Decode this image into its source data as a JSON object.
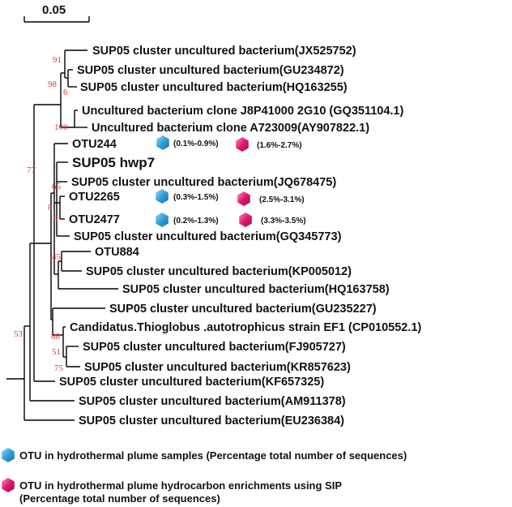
{
  "scale_bar": {
    "label": "0.05"
  },
  "colors": {
    "plume": "#2f9fd8",
    "sip": "#e0176e",
    "bootstrap": "#d83a3a"
  },
  "leaves": [
    {
      "id": "l1",
      "text": "SUP05 cluster uncultured bacterium(JX525752)"
    },
    {
      "id": "l2",
      "text": "SUP05 cluster uncultured bacterium(GU234872)"
    },
    {
      "id": "l3",
      "text": "SUP05 cluster uncultured bacterium(HQ163255)"
    },
    {
      "id": "l4",
      "text": "Uncultured bacterium clone J8P41000 2G10 (GQ351104.1)"
    },
    {
      "id": "l5",
      "text": "Uncultured bacterium clone A723009(AY907822.1)"
    },
    {
      "id": "l6",
      "text": "OTU244"
    },
    {
      "id": "l7",
      "text": "SUP05 hwp7"
    },
    {
      "id": "l8",
      "text": "SUP05 cluster uncultured bacterium(JQ678475)"
    },
    {
      "id": "l9",
      "text": "OTU2265"
    },
    {
      "id": "l10",
      "text": "OTU2477"
    },
    {
      "id": "l11",
      "text": "SUP05 cluster uncultured bacterium(GQ345773)"
    },
    {
      "id": "l12",
      "text": "OTU884"
    },
    {
      "id": "l13",
      "text": "SUP05 cluster uncultured bacterium(KP005012)"
    },
    {
      "id": "l14",
      "text": "SUP05 cluster uncultured bacterium(HQ163758)"
    },
    {
      "id": "l15",
      "text": "SUP05 cluster uncultured bacterium(GU235227)"
    },
    {
      "id": "l16",
      "text": "Candidatus.Thioglobus .autotrophicus strain EF1 (CP010552.1)"
    },
    {
      "id": "l17",
      "text": "SUP05 cluster uncultured bacterium(FJ905727)"
    },
    {
      "id": "l18",
      "text": "SUP05 cluster uncultured bacterium(KR857623)"
    },
    {
      "id": "l19",
      "text": "SUP05 cluster uncultured bacterium(KF657325)"
    },
    {
      "id": "l20",
      "text": "SUP05 cluster uncultured bacterium(AM911378)"
    },
    {
      "id": "l21",
      "text": "SUP05 cluster uncultured bacterium(EU236384)"
    }
  ],
  "bootstrap": {
    "b91": "91",
    "b98": "98",
    "b6": "6",
    "b100": "100",
    "b77": "77",
    "b65": "65",
    "b8": "8",
    "b5": "5",
    "b45": "45",
    "b53": "53",
    "b88": "88",
    "b51": "51",
    "b75": "75"
  },
  "otu_percentages": {
    "otu244": {
      "plume": "(0.1%-0.9%)",
      "sip": "(1.6%-2.7%)"
    },
    "otu2265": {
      "plume": "(0.3%-1.5%)",
      "sip": "(2.5%-3.1%)"
    },
    "otu2477": {
      "plume": "(0.2%-1.3%)",
      "sip": "(3.3%-3.5%)"
    }
  },
  "legend": {
    "plume_text": "OTU in hydrothermal plume samples (Percentage total number of sequences)",
    "sip_line1": "OTU in  hydrothermal plume hydrocarbon enrichments using SIP",
    "sip_line2": "(Percentage total number of sequences)"
  }
}
